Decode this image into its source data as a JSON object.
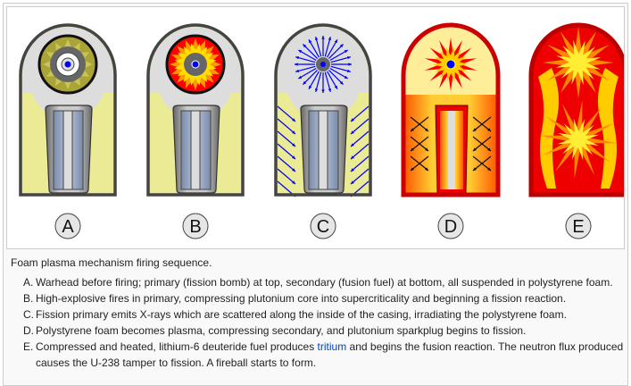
{
  "figure": {
    "panel_labels": [
      "A",
      "B",
      "C",
      "D",
      "E"
    ],
    "colors": {
      "foam": "#ebeb96",
      "casing": "#555555",
      "primary_gray": "#dddddd",
      "xray": "#0000ff",
      "fire_red": "#ee1111",
      "fire_yellow": "#ffcc00"
    }
  },
  "caption": {
    "title": "Foam plasma mechanism firing sequence.",
    "items": [
      {
        "marker": "A.",
        "text": "Warhead before firing; primary (fission bomb) at top, secondary (fusion fuel) at bottom, all suspended in polystyrene foam."
      },
      {
        "marker": "B.",
        "text": "High-explosive fires in primary, compressing plutonium core into supercriticality and beginning a fission reaction."
      },
      {
        "marker": "C.",
        "text": "Fission primary emits X-rays which are scattered along the inside of the casing, irradiating the polystyrene foam."
      },
      {
        "marker": "D.",
        "text": "Polystyrene foam becomes plasma, compressing secondary, and plutonium sparkplug begins to fission."
      },
      {
        "marker": "E.",
        "text_before": "Compressed and heated, lithium-6 deuteride fuel produces ",
        "link": "tritium",
        "text_after": " and begins the fusion reaction. The neutron flux produced causes the U-238 tamper to fission. A fireball starts to form."
      }
    ]
  }
}
